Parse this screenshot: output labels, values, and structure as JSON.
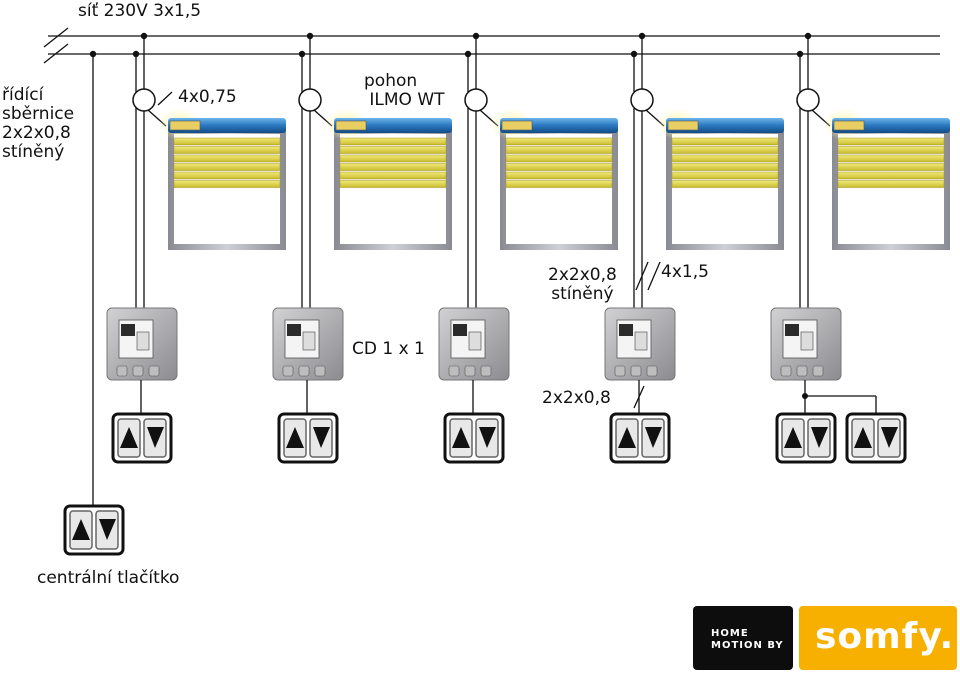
{
  "labels": {
    "mains": "síť 230V 3x1,5",
    "bus": "řídící\nsběrnice\n2x2x0,8\nstíněný",
    "motor_cable": "4x0,75",
    "drive": "pohon\n ILMO WT",
    "shielded_cable": "2x2x0,8\nstíněný",
    "power_cable": "4x1,5",
    "controller": "CD 1 x 1",
    "switch_cable": "2x2x0,8",
    "central_button": "centrální tlačítko"
  },
  "brand": {
    "left_line1": "HOME",
    "left_line2": "MOTION BY",
    "right": "somfy."
  },
  "colors": {
    "shutter_slat": "#e4d84a",
    "tube": "#2a78bf",
    "brand_yellow": "#f7b000",
    "brand_black": "#0d0d0d"
  }
}
